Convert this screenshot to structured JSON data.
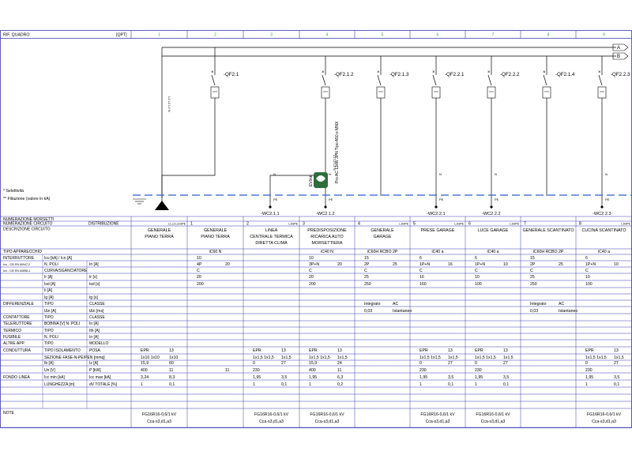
{
  "header": {
    "rif_quadro": "RIF. QUADRO",
    "qpt": "[QPT]",
    "columns": [
      "1",
      "2",
      "3",
      "4",
      "5",
      "6",
      "7",
      "8",
      "9"
    ]
  },
  "bus": {
    "labels": [
      "A",
      "B"
    ]
  },
  "breakers": [
    {
      "label": "-QF2.1",
      "col": 1
    },
    {
      "label": "-QF2.1.2",
      "col": 3
    },
    {
      "label": "-QF2.1.3",
      "col": 4
    },
    {
      "label": "-QF2.2.1",
      "col": 5
    },
    {
      "label": "-QF2.2.2",
      "col": 6
    },
    {
      "label": "-QF2.1.4",
      "col": 7
    },
    {
      "label": "-QF2.2.3",
      "col": 8
    }
  ],
  "busbar_marks": [
    "L1",
    "L2",
    "L3",
    "N"
  ],
  "notes_left": [
    "* Selettività",
    "** Filiazione (valore in kA)"
  ],
  "ev_text": [
    "EVlink",
    "Pro AC 11kW 3PN Tipo A50 e MNX"
  ],
  "terminals": [
    {
      "label": "-WC2.1.1",
      "col": 2
    },
    {
      "label": "-WC2.1.2",
      "col": 3
    },
    {
      "label": "-WC2.2.1",
      "col": 5
    },
    {
      "label": "-WC2.2.2",
      "col": 6
    },
    {
      "label": "-WC2.2.3",
      "col": 8
    }
  ],
  "table": {
    "row_numerazione_morsetti": "NUMERAZIONE MORSETTI",
    "row_numerazione_circuito": "NUMERAZIONE CIRCUITO",
    "distribuzione": "DISTRIBUZIONE",
    "circuit_numbers": [
      "",
      "1",
      "2",
      "3",
      "4",
      "5",
      "6",
      "7",
      "8"
    ],
    "phase_tags": [
      "L1,L2,L3,N/PE",
      "",
      "L1N/PE",
      "",
      "L1N/PE",
      "L1N/PE",
      "L1N/PE",
      "",
      "L1N/PE"
    ],
    "descrizione_label": "DESCRIZIONE CIRCUITO",
    "descriptions": [
      [
        "GENERALE",
        "PIANO TERRA"
      ],
      [
        "GENERALE",
        "PIANO TERRA"
      ],
      [
        "LINEA",
        "CENTRALE TERMICA",
        "DIRETTA CLIMA"
      ],
      [
        "PREDISPOSIZIONE",
        "RICARICA AUTO",
        "MORSETTIERA"
      ],
      [
        "GENERALE",
        "GARAGE"
      ],
      [
        "PRESE GARAGE"
      ],
      [
        "LUCE GARAGE"
      ],
      [
        "GENERALE SCANTINATO"
      ],
      [
        "CUCINA SCANTINATO"
      ]
    ],
    "left_labels": [
      {
        "t": "TIPO APPARECCHIO"
      },
      {
        "t": "INTERRUTTORE",
        "a": "Icu [kA] / Icn [A]"
      },
      {
        "t": "Icn - CEI EN 60947-2",
        "a": "N. POLI",
        "b": "In [A]",
        "small": true
      },
      {
        "t": "Icn - CEI EN 60898-1",
        "a": "CURVA/SGANCIATORE",
        "small": true
      },
      {
        "t": "",
        "a": "Ir [A]",
        "b": "tr [s]"
      },
      {
        "t": "",
        "a": "Isd [A]",
        "b": "tsd [s]"
      },
      {
        "t": "",
        "a": "Ii [A]"
      },
      {
        "t": "",
        "a": "Ig [A]",
        "b": "tg [s]"
      },
      {
        "t": "DIFFERENZIALE",
        "a": "TIPO",
        "b": "CLASSE"
      },
      {
        "t": "",
        "a": "IΔn [A]",
        "b": "tΔn [ms]"
      },
      {
        "t": "CONTATTORE",
        "a": "TIPO",
        "b": "CLASSE"
      },
      {
        "t": "TELERUTTORE",
        "a": "BOBINA [V]    N. POLI",
        "b": "In [A]"
      },
      {
        "t": "TERMICO",
        "a": "TIPO",
        "b": "Ith [A]"
      },
      {
        "t": "FUSIBILE",
        "a": "N. POLI",
        "b": "In [A]"
      },
      {
        "t": "ALTRE APP.",
        "a": "TIPO",
        "b": "MODELLO"
      },
      {
        "t": "CONDUTTURA",
        "a": "TIPO ISOLAMENTO",
        "b": "POSA"
      },
      {
        "t": "",
        "a": "SEZIONE FASE-N-PE/PEN [mmq]"
      },
      {
        "t": "",
        "a": "Ib [A]",
        "b": "Iz [A]"
      },
      {
        "t": "",
        "a": "Un [V]",
        "b": "P [kW]"
      },
      {
        "t": "FONDO LINEA",
        "a": "Icc min [kA]",
        "b": "Icc max [kA]"
      },
      {
        "t": "",
        "a": "LUNGHEZZA [m]",
        "b": "dV TOTALE [%]"
      },
      {
        "t": "NOTE"
      }
    ],
    "tipo_apparecchio": [
      "",
      "iC60 N",
      "",
      "iC40 N",
      "iC60H RCBO 2P",
      "iC40 a",
      "iC40 a",
      "iC60H RCBO 2P",
      "iC40 a"
    ],
    "cells": [
      [
        [
          "",
          ""
        ],
        [
          "10",
          ""
        ],
        [
          "",
          ""
        ],
        [
          "10",
          ""
        ],
        [
          "15",
          ""
        ],
        [
          "6",
          ""
        ],
        [
          "6",
          ""
        ],
        [
          "15",
          ""
        ],
        [
          "6",
          ""
        ]
      ],
      [
        [
          "",
          ""
        ],
        [
          "4P",
          "20"
        ],
        [
          "",
          ""
        ],
        [
          "3P+N",
          "20"
        ],
        [
          "2P",
          "25"
        ],
        [
          "1P+N",
          "16"
        ],
        [
          "1P+N",
          "10"
        ],
        [
          "2P",
          "25"
        ],
        [
          "1P+N",
          "10"
        ]
      ],
      [
        [
          "",
          ""
        ],
        [
          "C",
          ""
        ],
        [
          "",
          ""
        ],
        [
          "C",
          ""
        ],
        [
          "C",
          ""
        ],
        [
          "C",
          ""
        ],
        [
          "C",
          ""
        ],
        [
          "C",
          ""
        ],
        [
          "C",
          ""
        ]
      ],
      [
        [
          "",
          ""
        ],
        [
          "20",
          ""
        ],
        [
          "",
          ""
        ],
        [
          "20",
          ""
        ],
        [
          "25",
          ""
        ],
        [
          "16",
          ""
        ],
        [
          "10",
          ""
        ],
        [
          "25",
          ""
        ],
        [
          "10",
          ""
        ]
      ],
      [
        [
          "",
          ""
        ],
        [
          "200",
          ""
        ],
        [
          "",
          ""
        ],
        [
          "200",
          ""
        ],
        [
          "250",
          ""
        ],
        [
          "160",
          ""
        ],
        [
          "100",
          ""
        ],
        [
          "250",
          ""
        ],
        [
          "100",
          ""
        ]
      ],
      [
        [
          "",
          ""
        ],
        [
          "",
          ""
        ],
        [
          "",
          ""
        ],
        [
          "",
          ""
        ],
        [
          "",
          ""
        ],
        [
          "",
          ""
        ],
        [
          "",
          ""
        ],
        [
          "",
          ""
        ],
        [
          "",
          ""
        ]
      ],
      [
        [
          "",
          ""
        ],
        [
          "",
          ""
        ],
        [
          "",
          ""
        ],
        [
          "",
          ""
        ],
        [
          "",
          ""
        ],
        [
          "",
          ""
        ],
        [
          "",
          ""
        ],
        [
          "",
          ""
        ],
        [
          "",
          ""
        ]
      ],
      [
        [
          "",
          ""
        ],
        [
          "",
          ""
        ],
        [
          "",
          ""
        ],
        [
          "",
          ""
        ],
        [
          "Integrato",
          "AC"
        ],
        [
          "",
          ""
        ],
        [
          "",
          ""
        ],
        [
          "Integrato",
          "AC"
        ],
        [
          "",
          ""
        ]
      ],
      [
        [
          "",
          ""
        ],
        [
          "",
          ""
        ],
        [
          "",
          ""
        ],
        [
          "",
          ""
        ],
        [
          "0,03",
          "Istantaneo"
        ],
        [
          "",
          ""
        ],
        [
          "",
          ""
        ],
        [
          "0,03",
          "Istantaneo"
        ],
        [
          "",
          ""
        ]
      ],
      [
        [
          "",
          ""
        ],
        [
          "",
          ""
        ],
        [
          "",
          ""
        ],
        [
          "",
          ""
        ],
        [
          "",
          ""
        ],
        [
          "",
          ""
        ],
        [
          "",
          ""
        ],
        [
          "",
          ""
        ],
        [
          "",
          ""
        ]
      ],
      [
        [
          "",
          ""
        ],
        [
          "",
          ""
        ],
        [
          "",
          ""
        ],
        [
          "",
          ""
        ],
        [
          "",
          ""
        ],
        [
          "",
          ""
        ],
        [
          "",
          ""
        ],
        [
          "",
          ""
        ],
        [
          "",
          ""
        ]
      ],
      [
        [
          "",
          ""
        ],
        [
          "",
          ""
        ],
        [
          "",
          ""
        ],
        [
          "",
          ""
        ],
        [
          "",
          ""
        ],
        [
          "",
          ""
        ],
        [
          "",
          ""
        ],
        [
          "",
          ""
        ],
        [
          "",
          ""
        ]
      ],
      [
        [
          "",
          ""
        ],
        [
          "",
          ""
        ],
        [
          "",
          ""
        ],
        [
          "",
          ""
        ],
        [
          "",
          ""
        ],
        [
          "",
          ""
        ],
        [
          "",
          ""
        ],
        [
          "",
          ""
        ],
        [
          "",
          ""
        ]
      ],
      [
        [
          "",
          ""
        ],
        [
          "",
          ""
        ],
        [
          "",
          ""
        ],
        [
          "",
          ""
        ],
        [
          "",
          ""
        ],
        [
          "",
          ""
        ],
        [
          "",
          ""
        ],
        [
          "",
          ""
        ],
        [
          "",
          ""
        ]
      ],
      [
        [
          "EPR",
          "13"
        ],
        [
          "",
          ""
        ],
        [
          "EPR",
          "13"
        ],
        [
          "EPR",
          "13"
        ],
        [
          "",
          ""
        ],
        [
          "EPR",
          "13"
        ],
        [
          "EPR",
          "13"
        ],
        [
          "",
          ""
        ],
        [
          "EPR",
          "13"
        ]
      ],
      [
        [
          "1x10   1x10",
          "1x10"
        ],
        [
          "",
          ""
        ],
        [
          "1x1,5   1x1,5",
          "1x1,5"
        ],
        [
          "1x1,5   1x1,5",
          "1x1,5"
        ],
        [
          "",
          ""
        ],
        [
          "1x1,5   1x1,5",
          "1x1,5"
        ],
        [
          "1x1,5   1x1,5",
          "1x1,5"
        ],
        [
          "",
          ""
        ],
        [
          "1x1,5   1x1,5",
          "1x1,5"
        ]
      ],
      [
        [
          "15,9",
          "60"
        ],
        [
          "",
          ""
        ],
        [
          "0",
          "27"
        ],
        [
          "15,9",
          "24"
        ],
        [
          "",
          ""
        ],
        [
          "0",
          "27"
        ],
        [
          "0",
          "27"
        ],
        [
          "",
          ""
        ],
        [
          "0",
          "27"
        ]
      ],
      [
        [
          "400",
          "11"
        ],
        [
          "",
          "11"
        ],
        [
          "230",
          ""
        ],
        [
          "400",
          "11"
        ],
        [
          "",
          ""
        ],
        [
          "230",
          ""
        ],
        [
          "230",
          ""
        ],
        [
          "",
          ""
        ],
        [
          "230",
          ""
        ]
      ],
      [
        [
          "3,24",
          "8,3"
        ],
        [
          "",
          ""
        ],
        [
          "1,95",
          "3,5"
        ],
        [
          "1,95",
          "6,3"
        ],
        [
          "",
          ""
        ],
        [
          "1,95",
          "3,5"
        ],
        [
          "1,95",
          "3,5"
        ],
        [
          "",
          ""
        ],
        [
          "1,95",
          "3,5"
        ]
      ],
      [
        [
          "1",
          "0,1"
        ],
        [
          "",
          ""
        ],
        [
          "1",
          "0,1"
        ],
        [
          "1",
          "0,2"
        ],
        [
          "",
          ""
        ],
        [
          "1",
          "0,1"
        ],
        [
          "1",
          "0,1"
        ],
        [
          "",
          ""
        ],
        [
          "1",
          "0,1"
        ]
      ]
    ],
    "note_cells": [
      [
        "FG16R16-0,6/1 kV",
        "Cca-s3,d1,a3"
      ],
      [
        "",
        ""
      ],
      [
        "FG16R16-0,6/1 kV",
        "Cca-s3,d1,a3"
      ],
      [
        "FG16R16-0,6/1 kV",
        "Cca-s3,d1,a3"
      ],
      [
        "",
        ""
      ],
      [
        "FG16R16-0,6/1 kV",
        "Cca-s3,d1,a3"
      ],
      [
        "FG16R16-0,6/1 kV",
        "Cca-s3,d1,a3"
      ],
      [
        "",
        ""
      ],
      [
        "FG16R16-0,6/1 kV",
        "Cca-s3,d1,a3"
      ]
    ]
  }
}
